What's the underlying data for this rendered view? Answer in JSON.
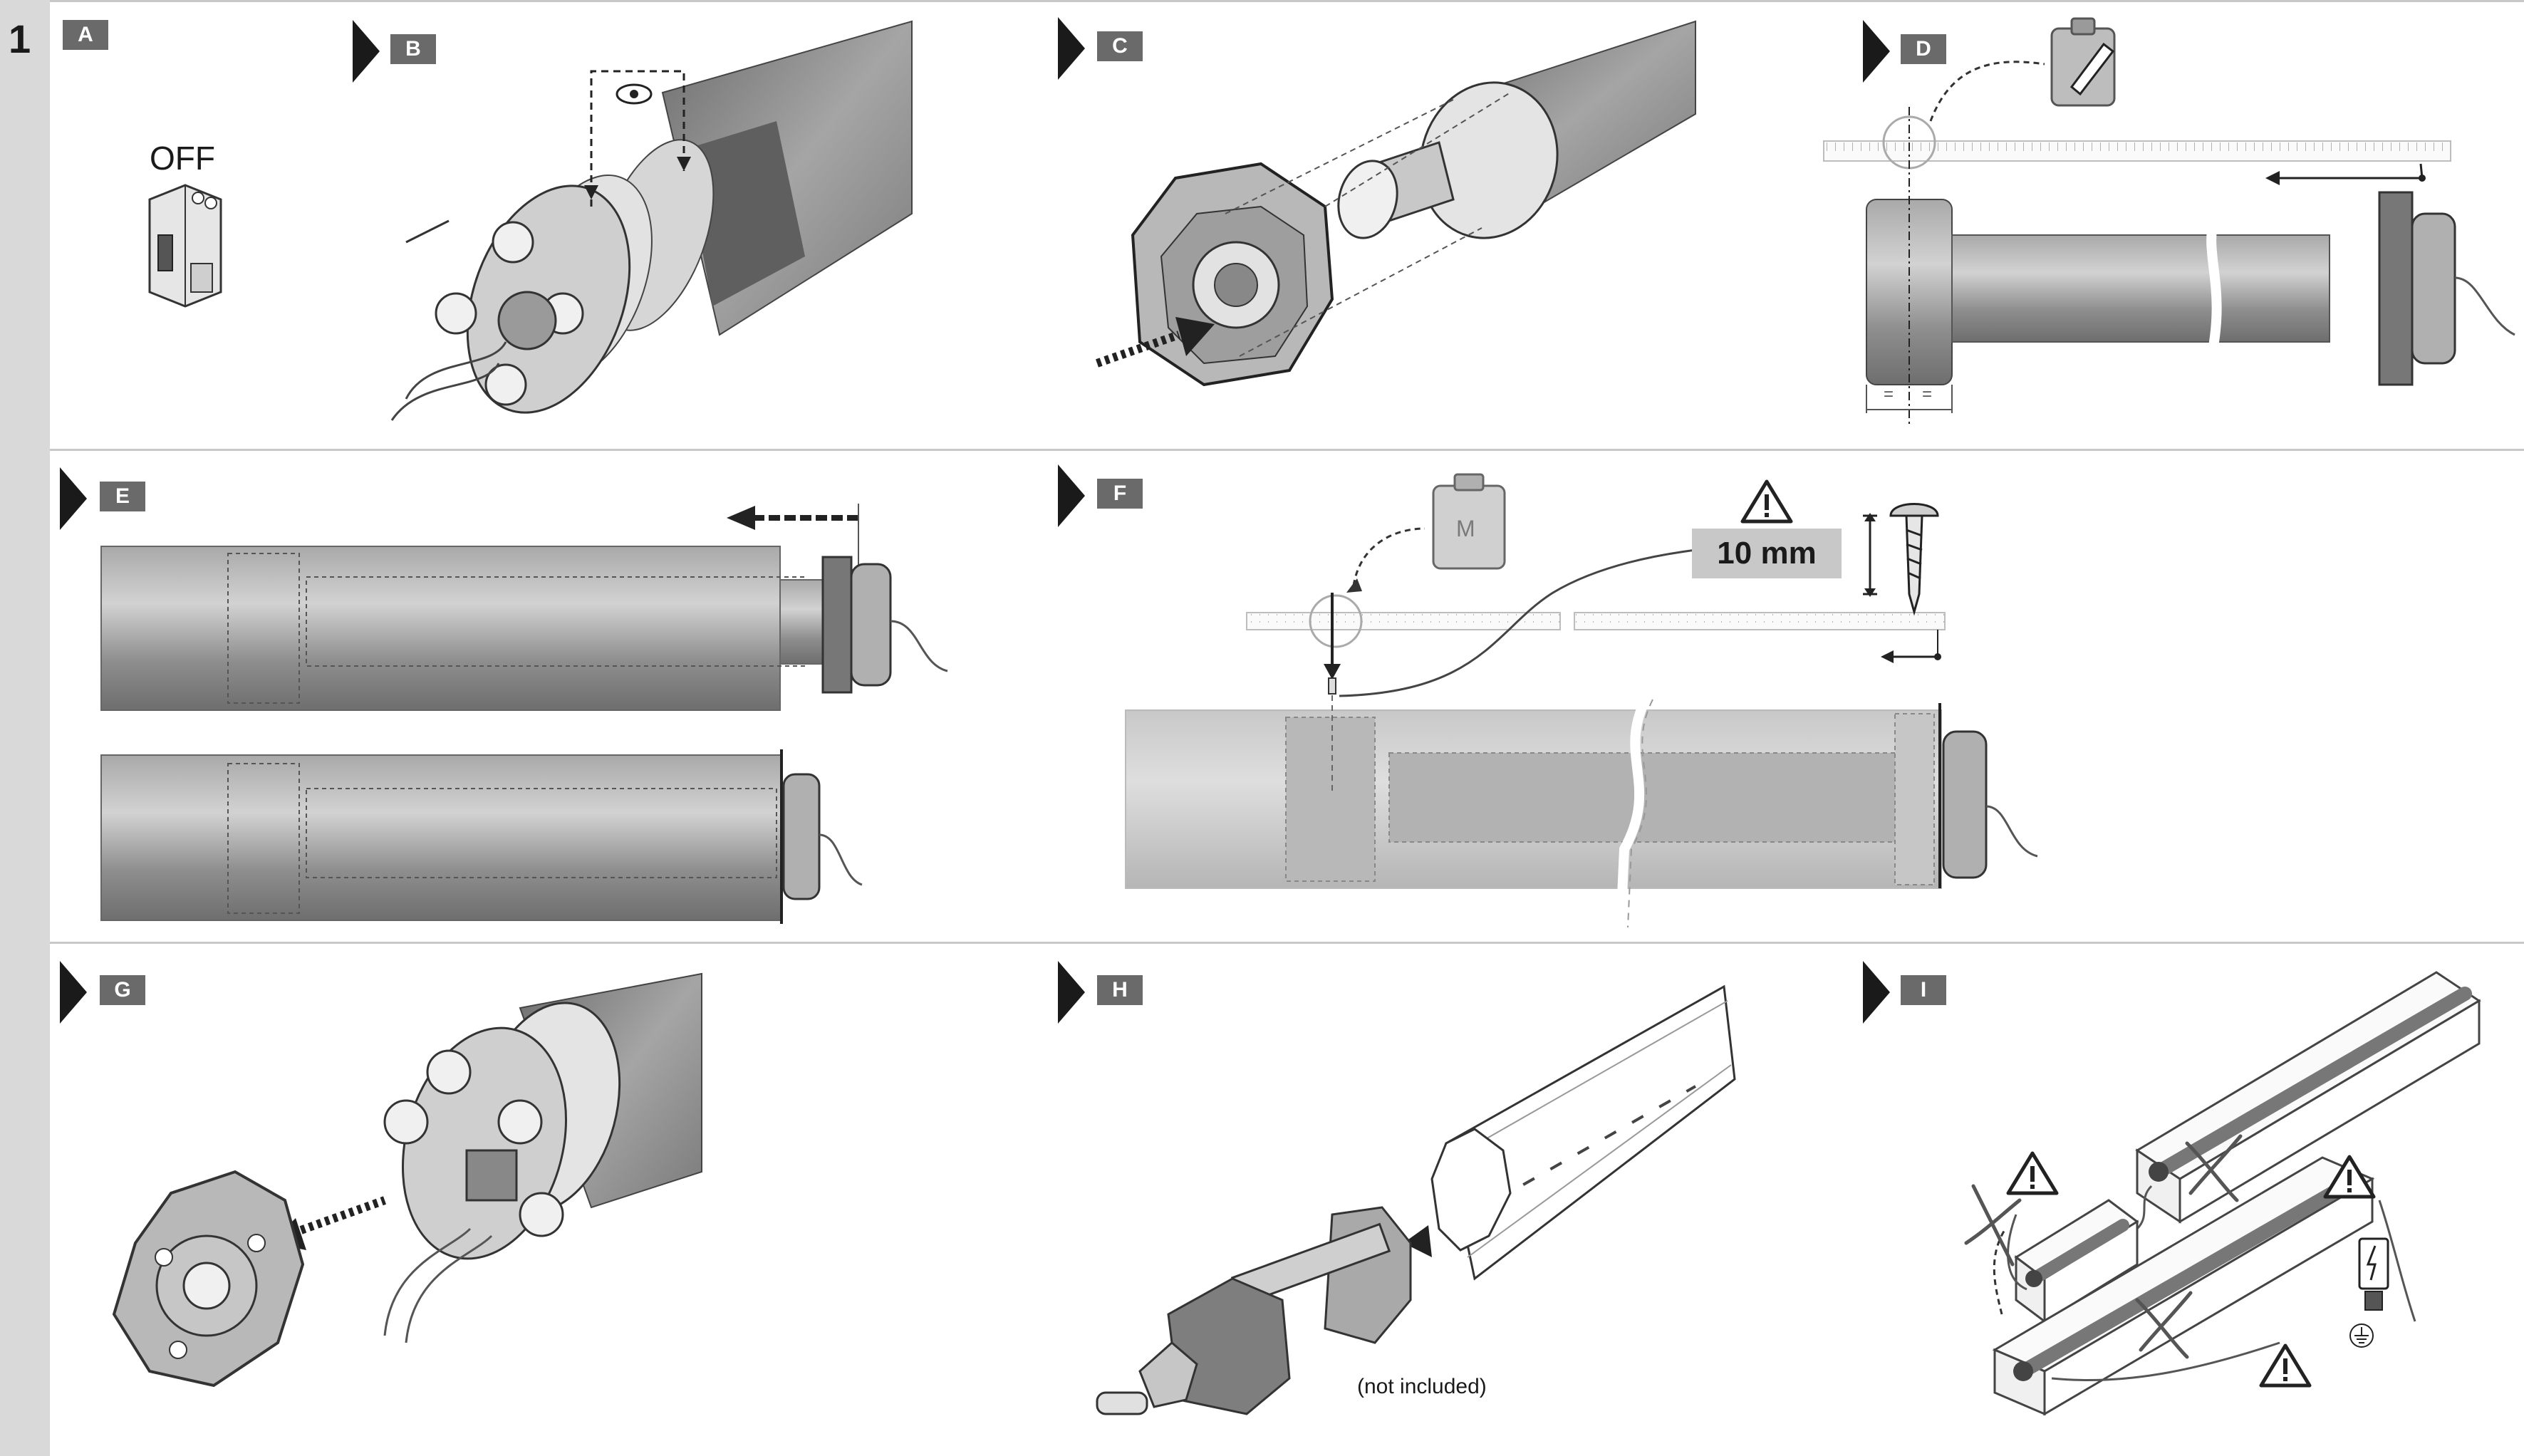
{
  "step_number": "1",
  "panels": {
    "A": {
      "badge": "A",
      "off_label": "OFF"
    },
    "B": {
      "badge": "B"
    },
    "C": {
      "badge": "C"
    },
    "D": {
      "badge": "D",
      "equal_marks": [
        "=",
        "="
      ]
    },
    "E": {
      "badge": "E"
    },
    "F": {
      "badge": "F",
      "clearance": "10 mm",
      "marker_letter": "M"
    },
    "G": {
      "badge": "G"
    },
    "H": {
      "badge": "H",
      "note": "(not included)"
    },
    "I": {
      "badge": "I"
    }
  },
  "colors": {
    "tube": "#8e8e8e",
    "tube_light": "#bdbdbd",
    "badge": "#6a6a6a",
    "strip": "#d9d9d9",
    "line": "#1a1a1a"
  },
  "icons": [
    "eye-icon",
    "clipboard-pencil-icon",
    "warning-icon",
    "screw-icon",
    "circuit-breaker-icon",
    "power-outlet-icon",
    "ground-icon",
    "cross-icon"
  ]
}
